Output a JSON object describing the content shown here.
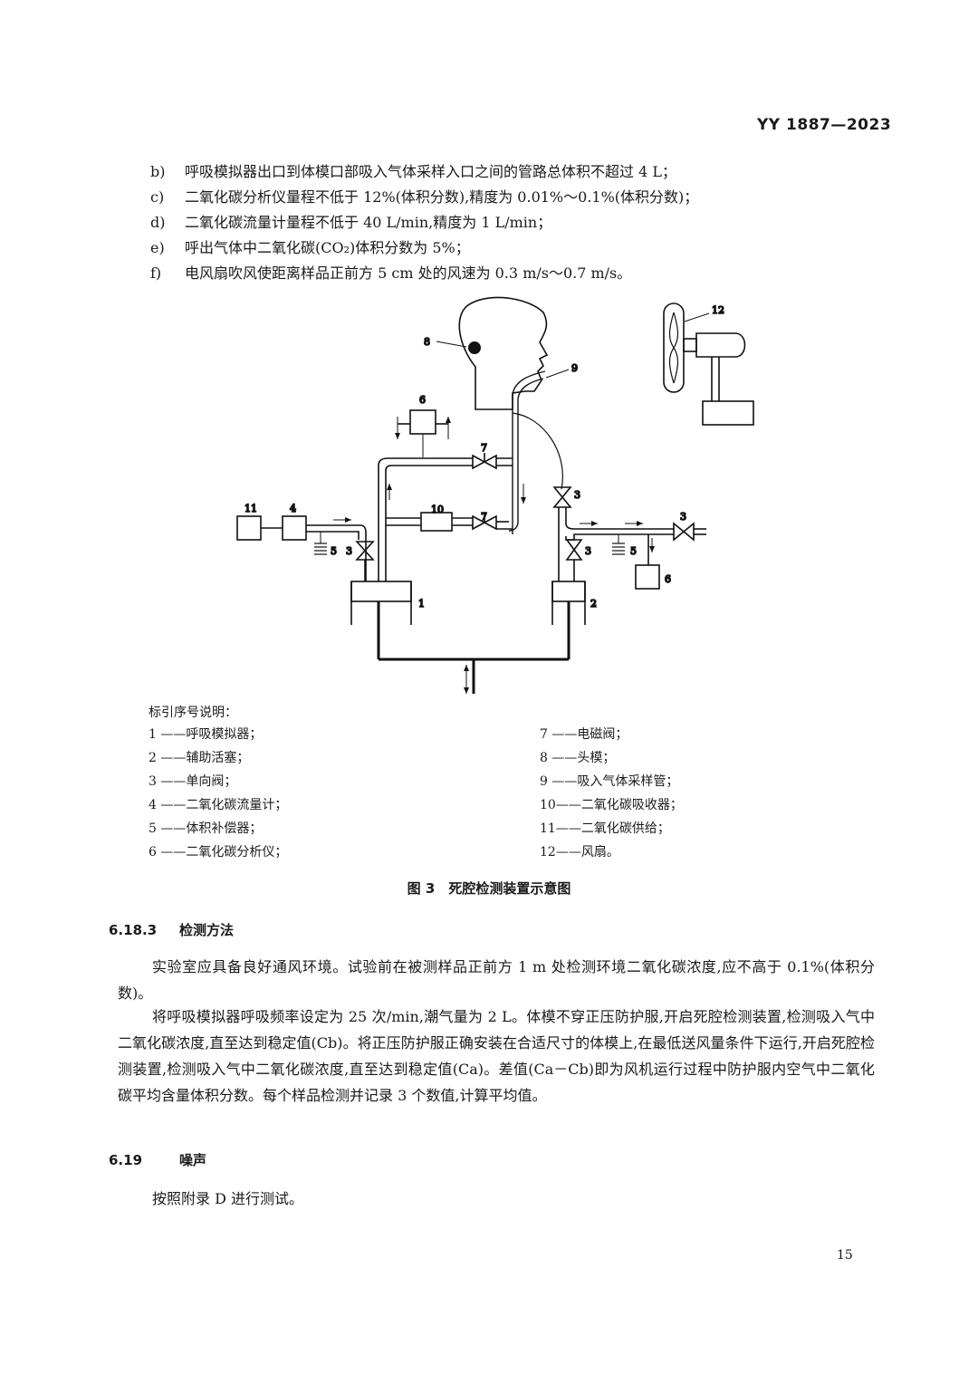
{
  "header": {
    "standard_number": "YY 1887—2023"
  },
  "requirements": [
    {
      "label": "b)",
      "text": "呼吸模拟器出口到体模口部吸入气体采样入口之间的管路总体积不超过 4 L；"
    },
    {
      "label": "c)",
      "text": "二氧化碳分析仪量程不低于 12%(体积分数),精度为 0.01%～0.1%(体积分数)；"
    },
    {
      "label": "d)",
      "text": "二氧化碳流量计量程不低于 40 L/min,精度为 1 L/min；"
    },
    {
      "label": "e)",
      "text": "呼出气体中二氧化碳(CO₂)体积分数为 5%；"
    },
    {
      "label": "f)",
      "text": "电风扇吹风使距离样品正前方 5 cm 处的风速为 0.3 m/s～0.7 m/s。"
    }
  ],
  "diagram_labels": {
    "n1": "1",
    "n2": "2",
    "n3": "3",
    "n4": "4",
    "n5": "5",
    "n6": "6",
    "n7": "7",
    "n8": "8",
    "n9": "9",
    "n10": "10",
    "n11": "11",
    "n12": "12"
  },
  "legend": {
    "title": "标引序号说明：",
    "left": [
      "1 ——呼吸模拟器；",
      "2 ——辅助活塞；",
      "3 ——单向阀；",
      "4 ——二氧化碳流量计；",
      "5 ——体积补偿器；",
      "6 ——二氧化碳分析仪；"
    ],
    "right": [
      "7 ——电磁阀；",
      "8 ——头模；",
      "9 ——吸入气体采样管；",
      "10——二氧化碳吸收器；",
      "11——二氧化碳供给；",
      "12——风扇。"
    ]
  },
  "figure_caption": "图 3　死腔检测装置示意图",
  "section_6_18_3": {
    "number": "6.18.3",
    "title": "检测方法",
    "p1": "实验室应具备良好通风环境。试验前在被测样品正前方 1 m 处检测环境二氧化碳浓度,应不高于 0.1%(体积分数)。",
    "p2": "将呼吸模拟器呼吸频率设定为 25 次/min,潮气量为 2 L。体模不穿正压防护服,开启死腔检测装置,检测吸入气中二氧化碳浓度,直至达到稳定值(Cb)。将正压防护服正确安装在合适尺寸的体模上,在最低送风量条件下运行,开启死腔检测装置,检测吸入气中二氧化碳浓度,直至达到稳定值(Ca)。差值(Ca－Cb)即为风机运行过程中防护服内空气中二氧化碳平均含量体积分数。每个样品检测并记录 3 个数值,计算平均值。"
  },
  "section_6_19": {
    "number": "6.19",
    "title": "噪声",
    "p1": "按照附录 D 进行测试。"
  },
  "page_number": "15"
}
